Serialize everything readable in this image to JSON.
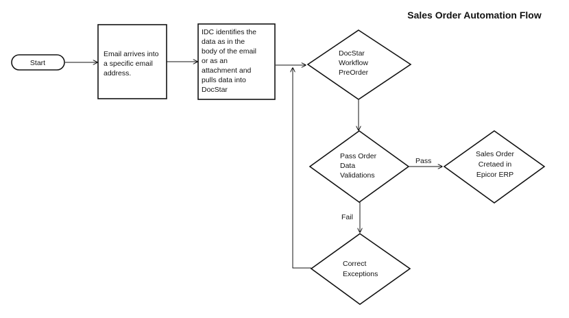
{
  "title": "Sales Order Automation Flow",
  "nodes": {
    "start": {
      "lines": [
        "Start"
      ]
    },
    "email": {
      "lines": [
        "Email arrives into",
        "a specific email",
        "address."
      ]
    },
    "idc": {
      "lines": [
        "IDC identifies the",
        "data as in the",
        "body of the email",
        "or as an",
        "attachment and",
        "pulls data into",
        "DocStar"
      ]
    },
    "docstar": {
      "lines": [
        "DocStar",
        "Workflow",
        "PreOrder"
      ]
    },
    "validate": {
      "lines": [
        "Pass Order",
        "Data",
        "Validations"
      ]
    },
    "erp": {
      "lines": [
        "Sales Order",
        "Cretaed in",
        "Epicor ERP"
      ]
    },
    "exceptions": {
      "lines": [
        "Correct",
        "Exceptions"
      ]
    }
  },
  "edge_labels": {
    "pass": "Pass",
    "fail": "Fail"
  },
  "colors": {
    "stroke": "#111111",
    "fill": "#ffffff",
    "text": "#111111"
  }
}
